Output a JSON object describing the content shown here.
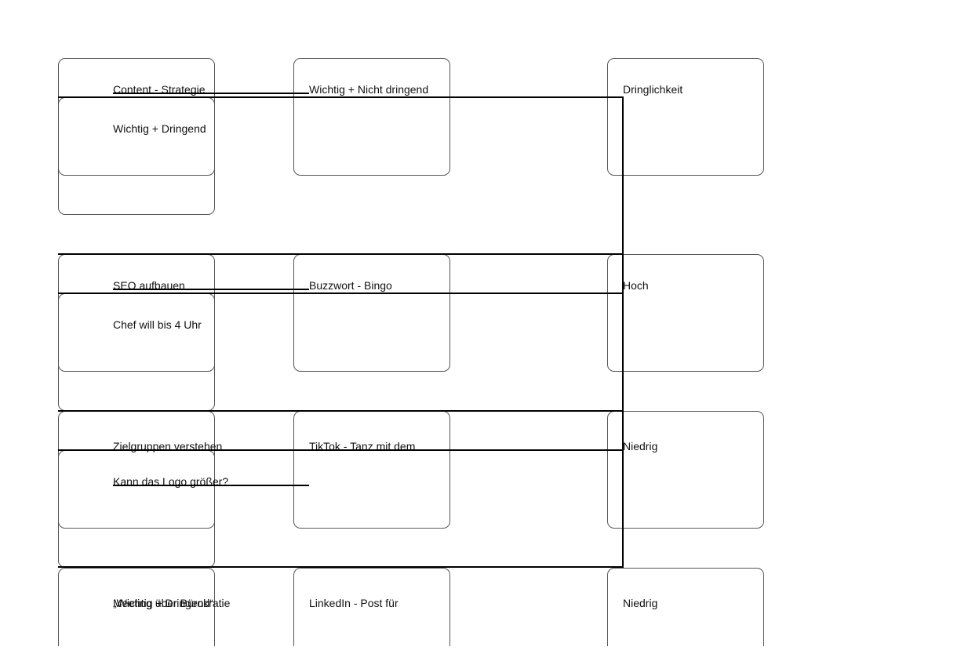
{
  "rows": [
    {
      "col1_top": "Content - Strategie",
      "col1_bottom": "Wichtig + Dringend",
      "col2": "Wichtig + Nicht dringend",
      "col3": "Dringlichkeit"
    },
    {
      "col1_top": "SEO aufbauen",
      "col1_bottom": "Chef will bis 4 Uhr",
      "col2": "Buzzwort - Bingo",
      "col3": "Hoch"
    },
    {
      "col1_top": "Zielgruppen verstehen",
      "col1_bottom": "Kann das Logo größer?",
      "col2": "TikTok - Tanz mit dem",
      "col3": "Niedrig"
    },
    {
      "col1_top": "„Wichtig + Dringend“",
      "col1_bottom": "Meeting über Bürokratie",
      "col2": "LinkedIn - Post für",
      "col3": "Niedrig"
    }
  ]
}
